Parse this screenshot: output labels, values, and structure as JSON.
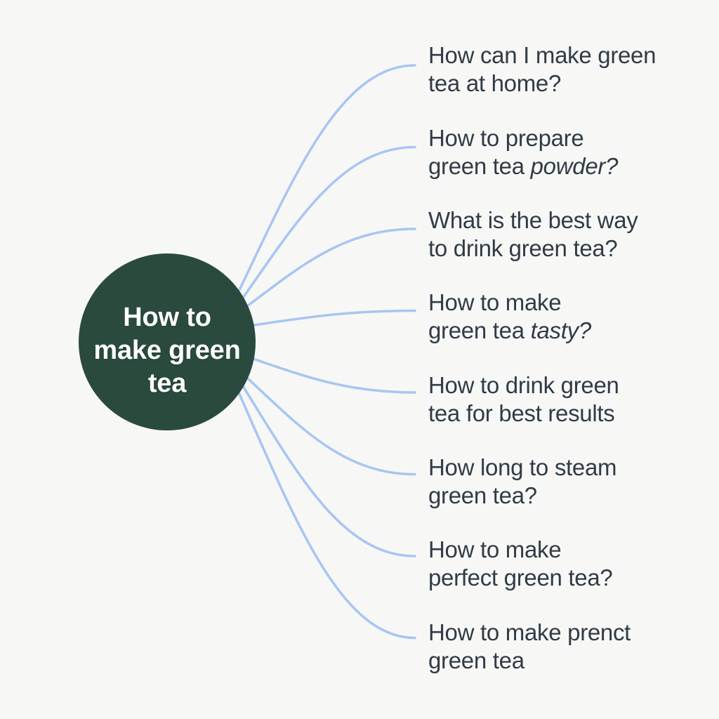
{
  "canvas": {
    "background": "#f7f8f6"
  },
  "mindmap": {
    "center": {
      "title": "How to make green tea",
      "title_lines": [
        "How to",
        "make green",
        "tea"
      ],
      "fill": "#2b4a3e",
      "text_color": "#ffffff"
    },
    "branch_color": "#a9c6f2",
    "label_color": "#313b46",
    "branches": [
      {
        "label": "How can I make green tea at home?",
        "lines": [
          [
            {
              "t": "How can I make green"
            }
          ],
          [
            {
              "t": "tea at home?"
            }
          ]
        ]
      },
      {
        "label": "How to prepare green tea powder?",
        "lines": [
          [
            {
              "t": "How to prepare"
            }
          ],
          [
            {
              "t": "green tea "
            },
            {
              "t": "powder?",
              "italic": true
            }
          ]
        ]
      },
      {
        "label": "What is the best way to drink green tea?",
        "lines": [
          [
            {
              "t": "What is the best way"
            }
          ],
          [
            {
              "t": "to drink green tea?"
            }
          ]
        ]
      },
      {
        "label": "How to make green tea tasty?",
        "lines": [
          [
            {
              "t": "How to make"
            }
          ],
          [
            {
              "t": "green tea "
            },
            {
              "t": "tasty?",
              "italic": true
            }
          ]
        ]
      },
      {
        "label": "How to drink green tea for best results",
        "lines": [
          [
            {
              "t": "How to drink green"
            }
          ],
          [
            {
              "t": "tea for best results"
            }
          ]
        ]
      },
      {
        "label": "How long to steam green tea?",
        "lines": [
          [
            {
              "t": "How long to steam"
            }
          ],
          [
            {
              "t": "green tea?"
            }
          ]
        ]
      },
      {
        "label": "How to make perfect green tea?",
        "lines": [
          [
            {
              "t": "How to make"
            }
          ],
          [
            {
              "t": "perfect green tea?"
            }
          ]
        ]
      },
      {
        "label": "How to make prenct green tea",
        "lines": [
          [
            {
              "t": "How to make prenct"
            }
          ],
          [
            {
              "t": "green tea"
            }
          ]
        ]
      }
    ]
  }
}
